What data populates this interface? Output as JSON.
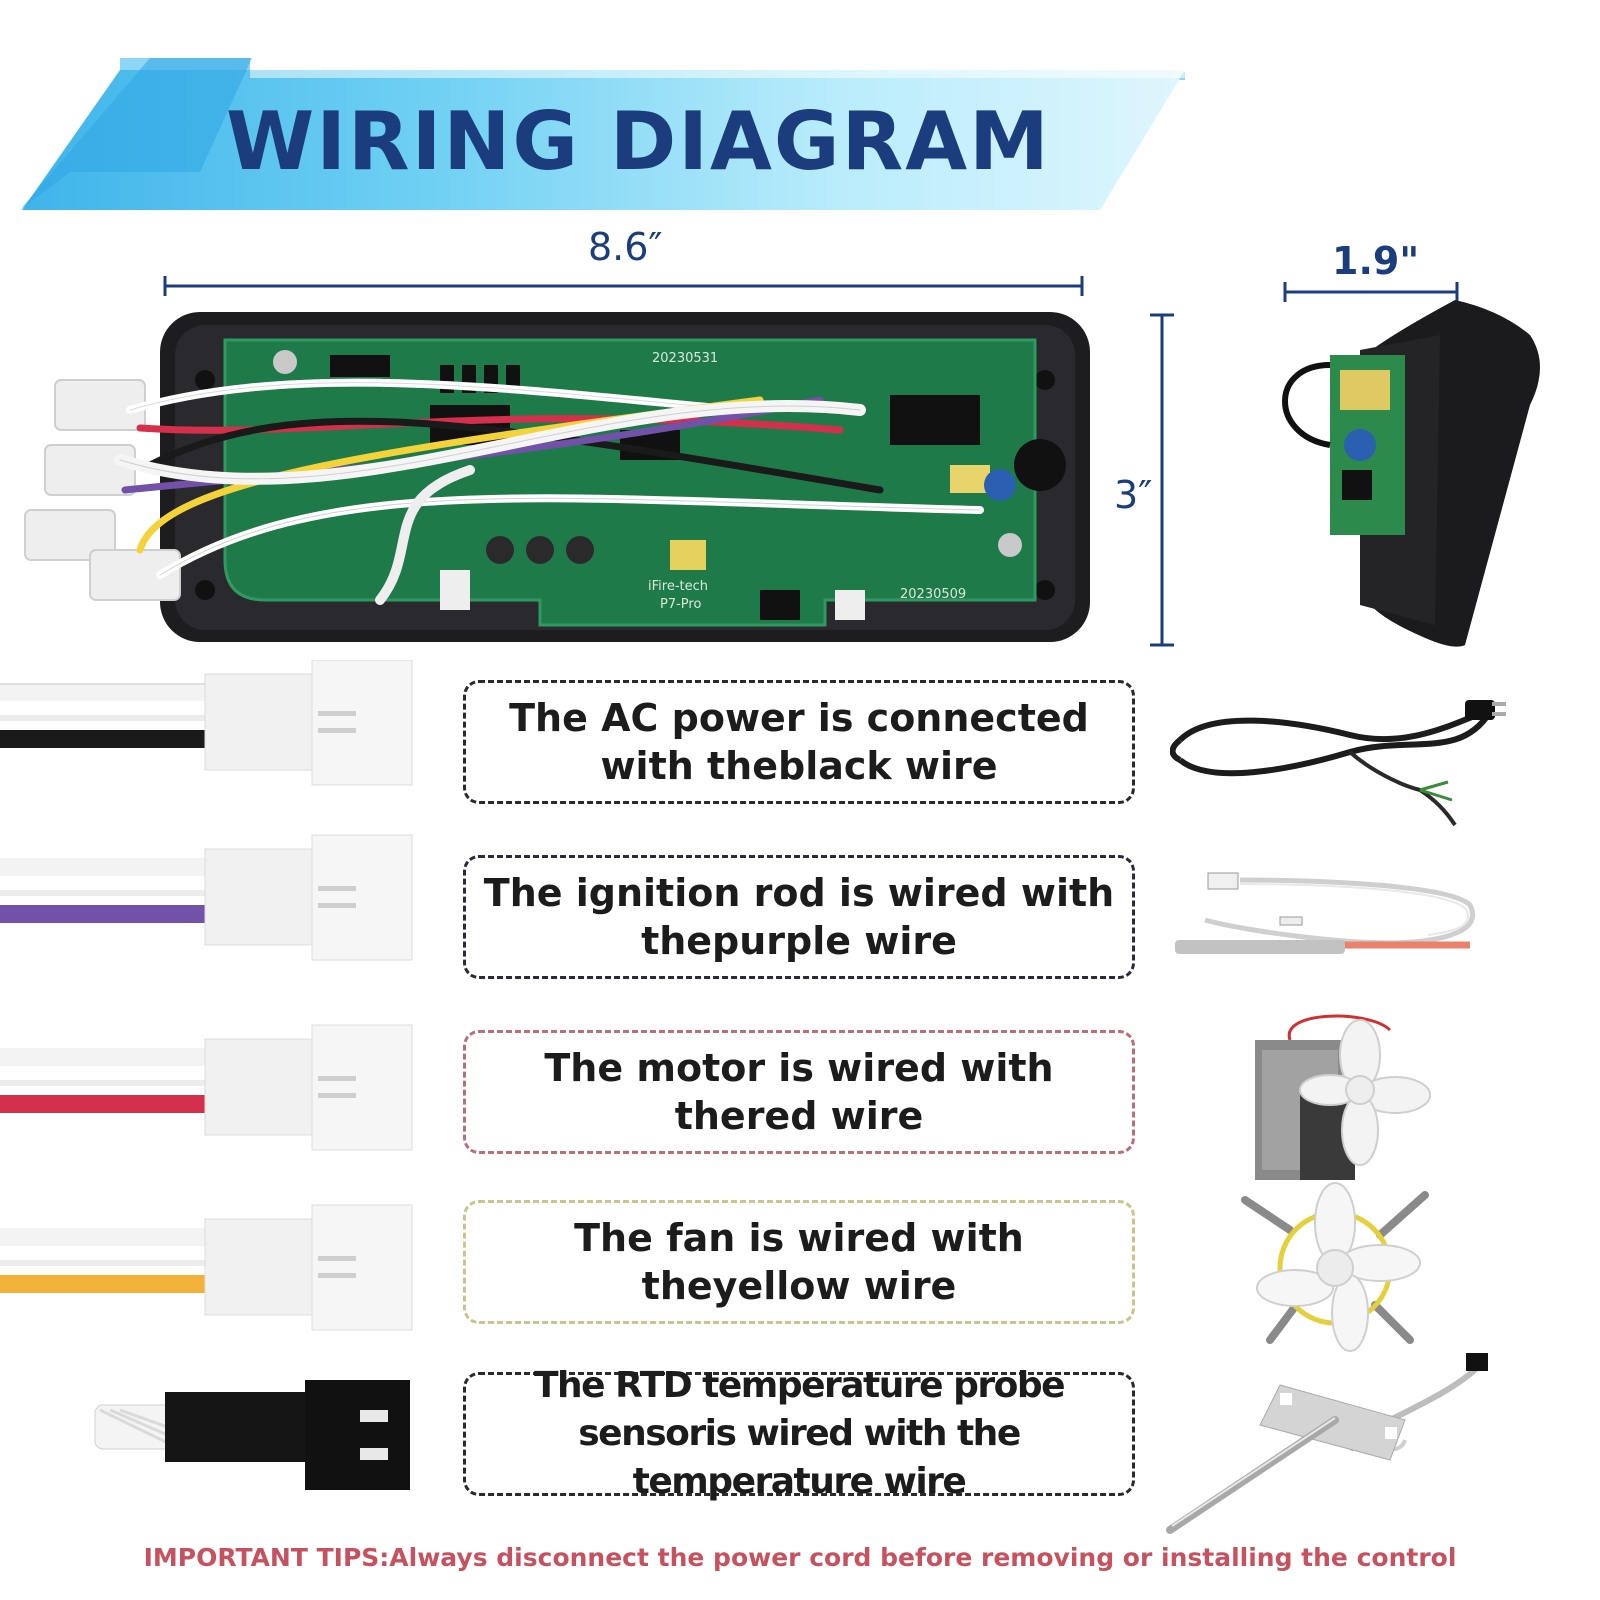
{
  "title": "WIRING DIAGRAM",
  "dimensions": {
    "width": "8.6″",
    "height": "3″",
    "depth": "1.9\""
  },
  "board": {
    "labels": [
      "iFire-tech",
      "P7-Pro",
      "20230509",
      "20230531"
    ]
  },
  "connections": [
    {
      "text": "The AC power is connected with theblack wire",
      "wire_color": "#1a1a1a",
      "border_color": "#2a2a2a",
      "device": "power-cord"
    },
    {
      "text": "The ignition rod is wired with thepurple wire",
      "wire_color": "#7251a8",
      "border_color": "#2a2a3a",
      "device": "ignition-rod"
    },
    {
      "text": "The motor is wired with thered wire",
      "wire_color": "#d4304b",
      "border_color": "#b5707a",
      "device": "auger-motor"
    },
    {
      "text": "The fan is wired with theyellow wire",
      "wire_color": "#f3b23a",
      "border_color": "#c9c58c",
      "device": "fan"
    },
    {
      "text": "The RTD temperature probe sensoris wired with the temperature wire",
      "wire_color": "#ffffff",
      "border_color": "#2a2a2a",
      "device": "rtd-probe"
    }
  ],
  "tip": "IMPORTANT TIPS:Always disconnect the power cord before removing or installing the control"
}
